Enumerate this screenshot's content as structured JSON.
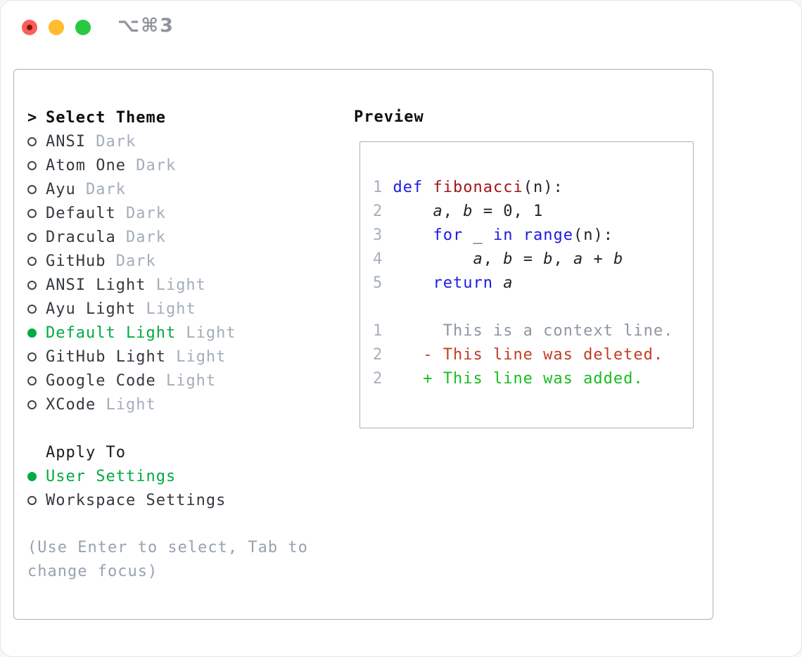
{
  "titlebar": {
    "shortcut": "⌥⌘3"
  },
  "theme_panel": {
    "header_prefix": ">",
    "header": "Select Theme",
    "items": [
      {
        "name": "ANSI",
        "variant": "Dark",
        "selected": false
      },
      {
        "name": "Atom One",
        "variant": "Dark",
        "selected": false
      },
      {
        "name": "Ayu",
        "variant": "Dark",
        "selected": false
      },
      {
        "name": "Default",
        "variant": "Dark",
        "selected": false
      },
      {
        "name": "Dracula",
        "variant": "Dark",
        "selected": false
      },
      {
        "name": "GitHub",
        "variant": "Dark",
        "selected": false
      },
      {
        "name": "ANSI Light",
        "variant": "Light",
        "selected": false
      },
      {
        "name": "Ayu Light",
        "variant": "Light",
        "selected": false
      },
      {
        "name": "Default Light",
        "variant": "Light",
        "selected": true
      },
      {
        "name": "GitHub Light",
        "variant": "Light",
        "selected": false
      },
      {
        "name": "Google Code",
        "variant": "Light",
        "selected": false
      },
      {
        "name": "XCode",
        "variant": "Light",
        "selected": false
      }
    ],
    "apply_to": {
      "header": "Apply To",
      "items": [
        {
          "name": "User Settings",
          "selected": true
        },
        {
          "name": "Workspace Settings",
          "selected": false
        }
      ]
    },
    "help_line1": "(Use Enter to select, Tab to",
    "help_line2": "change focus)"
  },
  "preview": {
    "header": "Preview",
    "lines": [
      {
        "num": "1",
        "tokens": [
          [
            "kw",
            "def"
          ],
          [
            "pl",
            " "
          ],
          [
            "fn",
            "fibonacci"
          ],
          [
            "pl",
            "(n):"
          ]
        ]
      },
      {
        "num": "2",
        "tokens": [
          [
            "pl",
            "    "
          ],
          [
            "var",
            "a"
          ],
          [
            "pl",
            ", "
          ],
          [
            "var",
            "b"
          ],
          [
            "pl",
            " = 0, 1"
          ]
        ]
      },
      {
        "num": "3",
        "tokens": [
          [
            "pl",
            "    "
          ],
          [
            "kw",
            "for"
          ],
          [
            "pl",
            " _ "
          ],
          [
            "kw",
            "in"
          ],
          [
            "pl",
            " "
          ],
          [
            "kw",
            "range"
          ],
          [
            "pl",
            "(n):"
          ]
        ]
      },
      {
        "num": "4",
        "tokens": [
          [
            "pl",
            "        "
          ],
          [
            "var",
            "a"
          ],
          [
            "pl",
            ", "
          ],
          [
            "var",
            "b"
          ],
          [
            "pl",
            " = "
          ],
          [
            "var",
            "b"
          ],
          [
            "pl",
            ", "
          ],
          [
            "var",
            "a"
          ],
          [
            "pl",
            " + "
          ],
          [
            "var",
            "b"
          ]
        ]
      },
      {
        "num": "5",
        "tokens": [
          [
            "pl",
            "    "
          ],
          [
            "kw",
            "return"
          ],
          [
            "pl",
            " "
          ],
          [
            "var",
            "a"
          ]
        ]
      },
      {
        "num": "",
        "tokens": []
      },
      {
        "num": "1",
        "tokens": [
          [
            "ctx",
            "     This is a context line."
          ]
        ]
      },
      {
        "num": "2",
        "tokens": [
          [
            "del",
            "   - This line was deleted."
          ]
        ]
      },
      {
        "num": "2",
        "tokens": [
          [
            "add",
            "   + This line was added."
          ]
        ]
      }
    ]
  },
  "colors": {
    "selected_green": "#00ab41",
    "added_green": "#16bd1f",
    "deleted_red": "#c43c23",
    "keyword_blue": "#1b1ae3",
    "function_red": "#a31515",
    "variant_gray": "#a3adbb",
    "help_gray": "#98a2b0",
    "line_number_gray": "#a6afbd",
    "panel_border": "#a9b1bd",
    "traffic_red": "#fb5f57",
    "traffic_yellow": "#febc2e",
    "traffic_green": "#28c840"
  }
}
